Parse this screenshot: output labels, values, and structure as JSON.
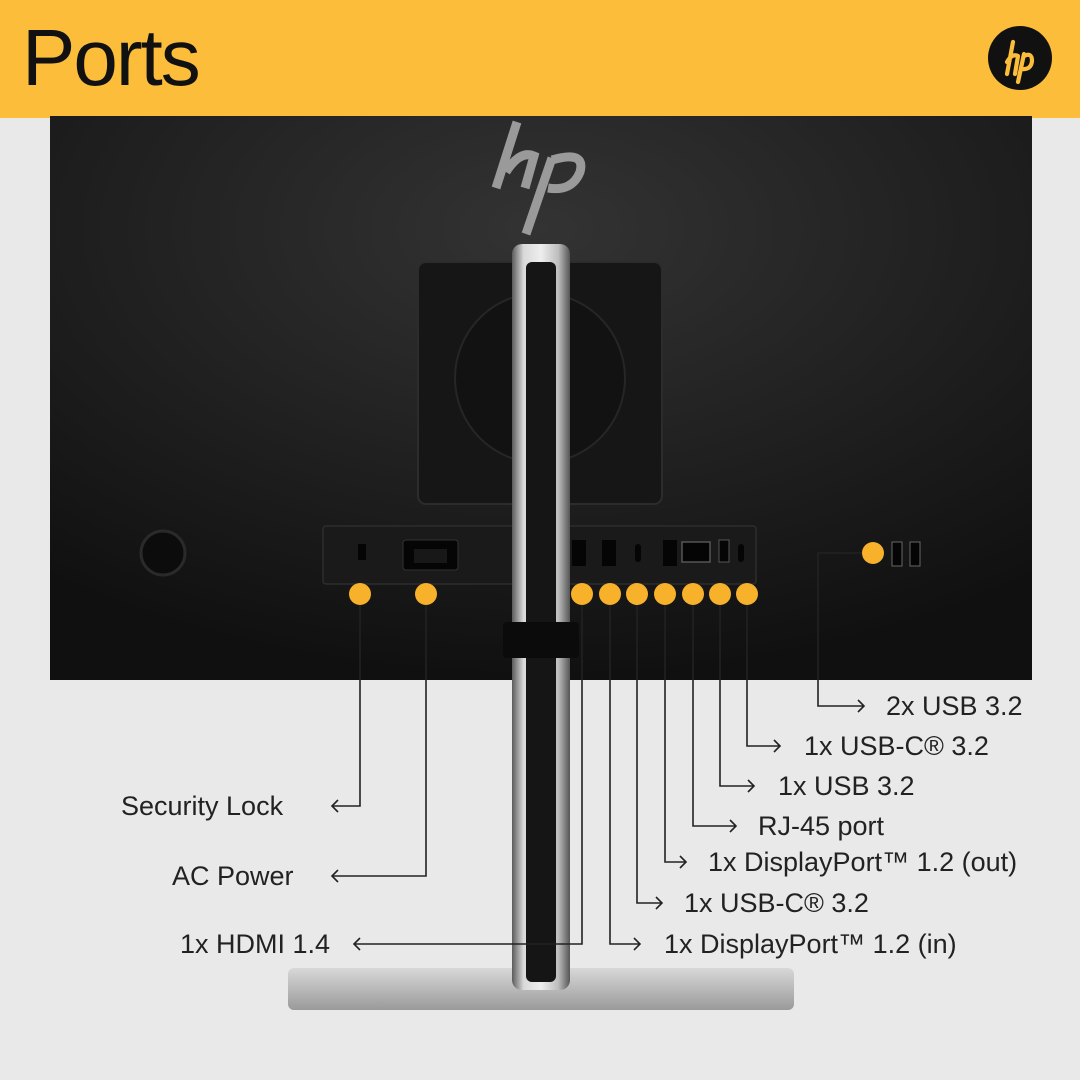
{
  "header": {
    "title": "Ports",
    "brand_color": "#fbbd3a",
    "accent_color": "#f7b12a"
  },
  "brand": {
    "logo": "hp-logo-icon",
    "logo_text": "hp"
  },
  "ports_left": [
    {
      "id": "security-lock",
      "label": "Security Lock"
    },
    {
      "id": "ac-power",
      "label": "AC Power"
    },
    {
      "id": "hdmi",
      "label": "1x HDMI 1.4"
    }
  ],
  "ports_right": [
    {
      "id": "usb-side",
      "label": "2x USB 3.2"
    },
    {
      "id": "usb-c-a",
      "label": "1x USB-C® 3.2"
    },
    {
      "id": "usb",
      "label": "1x USB 3.2"
    },
    {
      "id": "rj45",
      "label": "RJ-45 port"
    },
    {
      "id": "dp-out",
      "label": "1x DisplayPort™ 1.2 (out)"
    },
    {
      "id": "usb-c-b",
      "label": "1x USB-C® 3.2"
    },
    {
      "id": "dp-in",
      "label": "1x DisplayPort™ 1.2 (in)"
    }
  ]
}
